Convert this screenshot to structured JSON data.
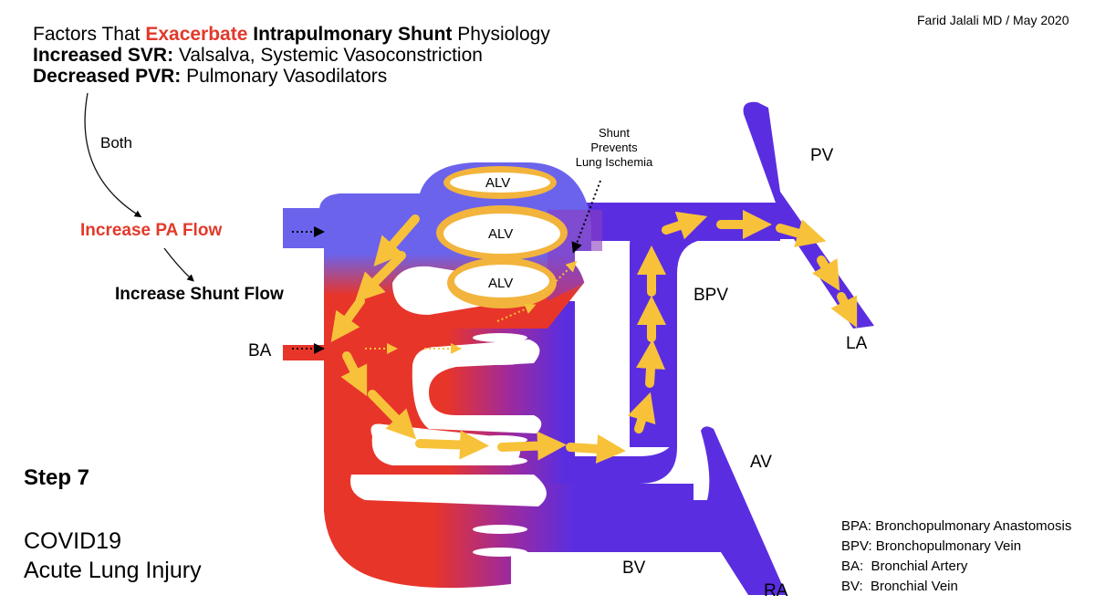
{
  "credit": "Farid Jalali MD / May 2020",
  "title": {
    "prefix": "Factors That ",
    "emph_red": "Exacerbate",
    "mid": " ",
    "emph_bold": "Intrapulmonary Shunt",
    "suffix": " Physiology"
  },
  "lines": [
    {
      "label": "Increased SVR:",
      "text": " Valsalva, Systemic Vasoconstriction"
    },
    {
      "label": "Decreased PVR:",
      "text": " Pulmonary Vasodilators"
    }
  ],
  "flow": {
    "both": "Both",
    "increase_pa": "Increase PA Flow",
    "increase_shunt": "Increase Shunt Flow"
  },
  "annotation": {
    "line1": "Shunt",
    "line2": "Prevents",
    "line3": "Lung Ischemia"
  },
  "alveoli": [
    "ALV",
    "ALV",
    "ALV"
  ],
  "vessels": {
    "pv": "PV",
    "la": "LA",
    "bpv": "BPV",
    "ba": "BA",
    "av": "AV",
    "bv": "BV",
    "ra": "RA"
  },
  "step": "Step 7",
  "subtitle": {
    "line1": "COVID19",
    "line2": "Acute Lung Injury"
  },
  "legend": [
    "BPA: Bronchopulmonary Anastomosis",
    "BPV: Bronchopulmonary Vein",
    "BA:  Bronchial Artery",
    "BV:  Bronchial Vein"
  ],
  "colors": {
    "arterial_red": "#e8352a",
    "venous_purple": "#5a2ee0",
    "pa_blue": "#6b63ec",
    "alveolus_yellow": "#f2b43c",
    "arrow_yellow": "#f7c23a",
    "label_red": "#e2392a"
  }
}
